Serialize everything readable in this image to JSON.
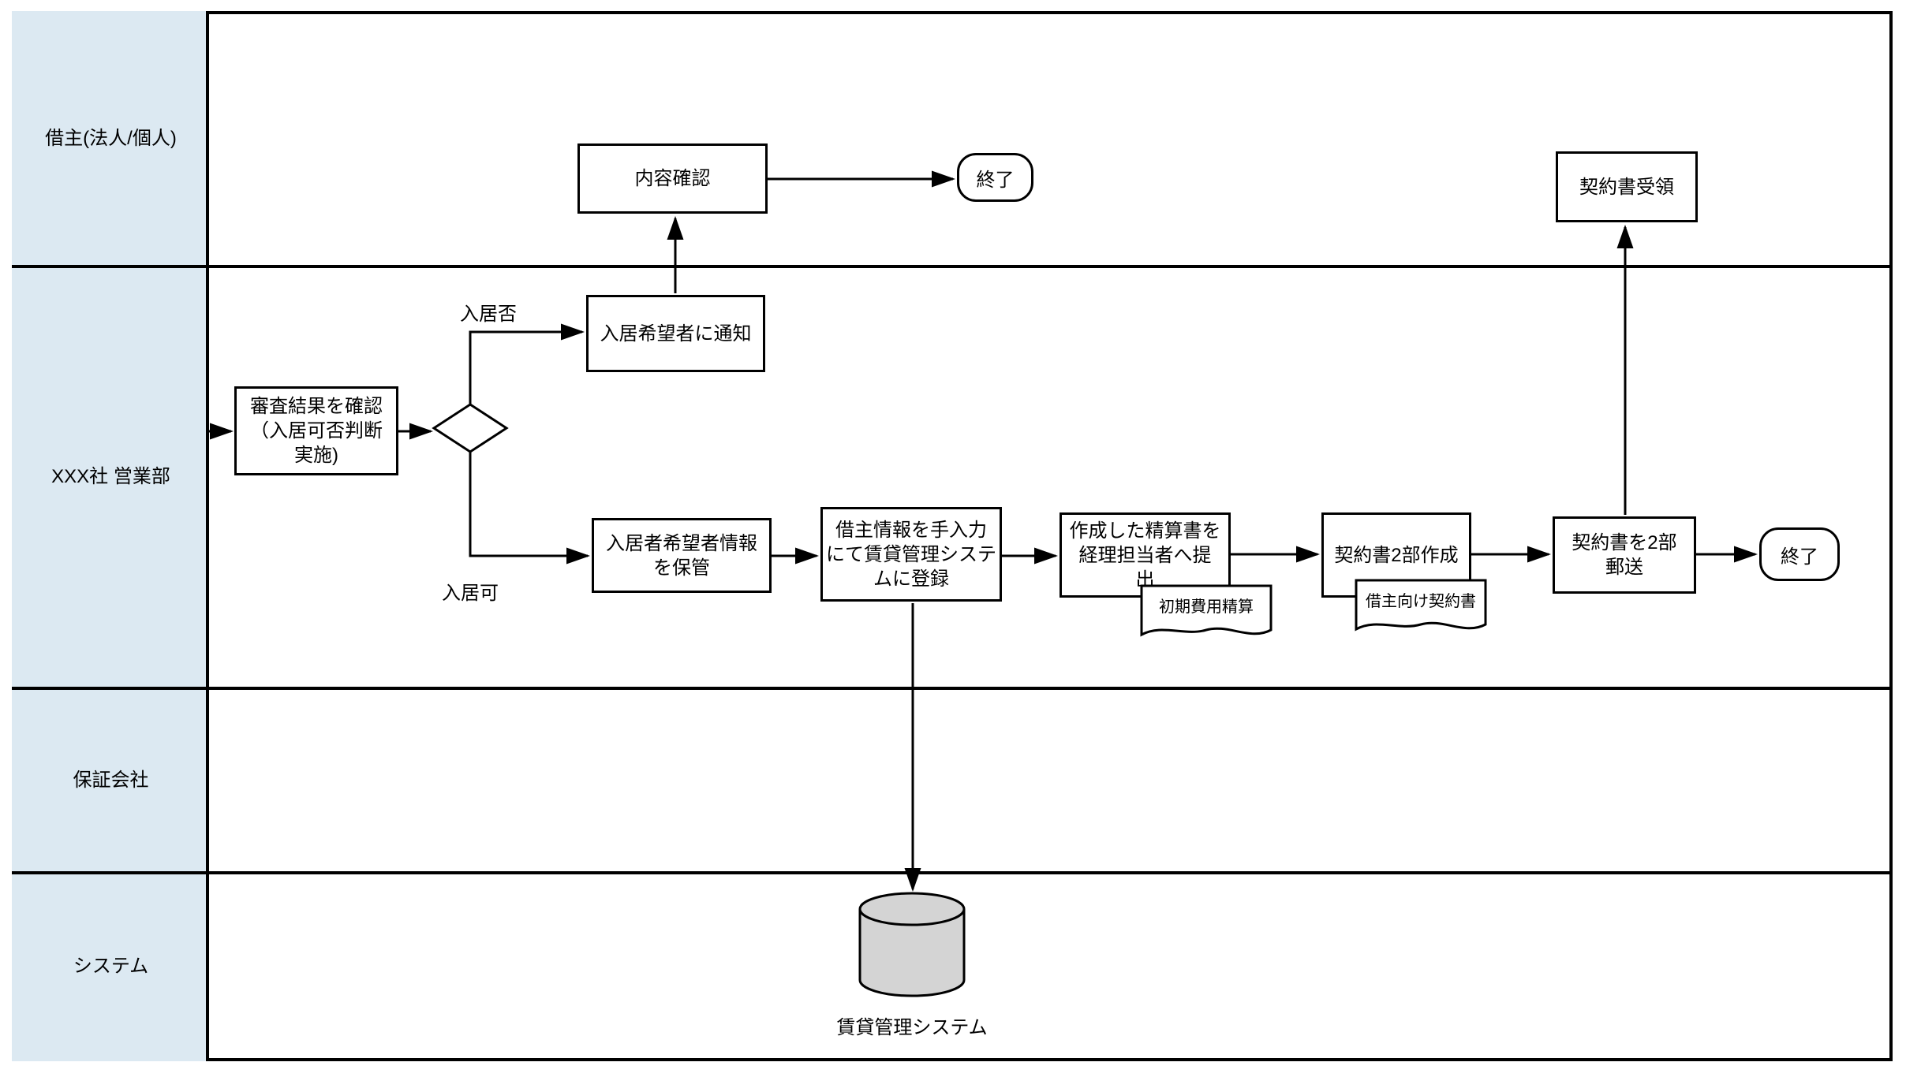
{
  "lanes": [
    {
      "label": "借主(法人/個人)"
    },
    {
      "label": "XXX社 営業部"
    },
    {
      "label": "保証会社"
    },
    {
      "label": "システム"
    }
  ],
  "nodes": {
    "confirm_content": {
      "label": "内容確認"
    },
    "end_top": {
      "label": "終了"
    },
    "receive_contract": {
      "label": "契約書受領"
    },
    "check_result": {
      "label": "審査結果を確認\n（入居可否判断\n実施)"
    },
    "notify_applicant": {
      "label": "入居希望者に通知"
    },
    "store_info": {
      "label": "入居者希望者情報\nを保管"
    },
    "register_system": {
      "label": "借主情報を手入力\nにて賃貸管理システ\nムに登録"
    },
    "submit_settlement": {
      "label": "作成した精算書を\n経理担当者へ提\n出"
    },
    "create_contract": {
      "label": "契約書2部作成"
    },
    "mail_contract": {
      "label": "契約書を2部\n郵送"
    },
    "end_right": {
      "label": "終了"
    }
  },
  "documents": {
    "initial_cost": {
      "label": "初期費用精算"
    },
    "borrower_contract": {
      "label": "借主向け契約書"
    }
  },
  "edge_labels": {
    "reject": "入居否",
    "approve": "入居可"
  },
  "datastore": {
    "label": "賃貸管理システム"
  },
  "colors": {
    "lane_fill": "#dce9f2",
    "shape_fill": "#ffffff",
    "line": "#000000",
    "datastore_fill": "#d4d4d4"
  }
}
